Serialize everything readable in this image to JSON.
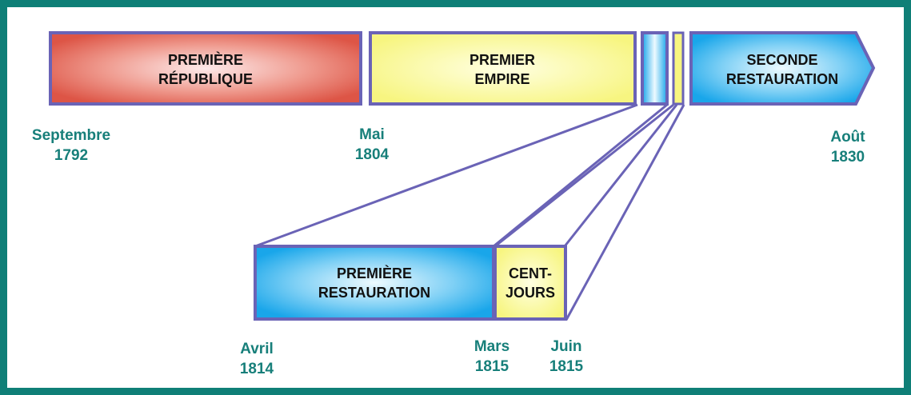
{
  "colors": {
    "frame": "#0f7f77",
    "outline": "#6a63b6",
    "date_text": "#177f7a",
    "republic_edge": "#dd5546",
    "republic_center": "#fdeaea",
    "empire_edge": "#f7f580",
    "empire_center": "#ffffe2",
    "restoration_edge": "#19a6ea",
    "restoration_center": "#eefaff"
  },
  "periods": {
    "premiere_republique": {
      "line1": "PREMIÈRE",
      "line2": "RÉPUBLIQUE"
    },
    "premier_empire": {
      "line1": "PREMIER",
      "line2": "EMPIRE"
    },
    "seconde_restauration": {
      "line1": "SECONDE",
      "line2": "RESTAURATION"
    },
    "premiere_restauration": {
      "line1": "PREMIÈRE",
      "line2": "RESTAURATION"
    },
    "cent_jours": {
      "line1": "CENT-",
      "line2": "JOURS"
    }
  },
  "dates": {
    "sep_1792": {
      "month": "Septembre",
      "year": "1792"
    },
    "mai_1804": {
      "month": "Mai",
      "year": "1804"
    },
    "aout_1830": {
      "month": "Août",
      "year": "1830"
    },
    "avril_1814": {
      "month": "Avril",
      "year": "1814"
    },
    "mars_1815": {
      "month": "Mars",
      "year": "1815"
    },
    "juin_1815": {
      "month": "Juin",
      "year": "1815"
    }
  }
}
